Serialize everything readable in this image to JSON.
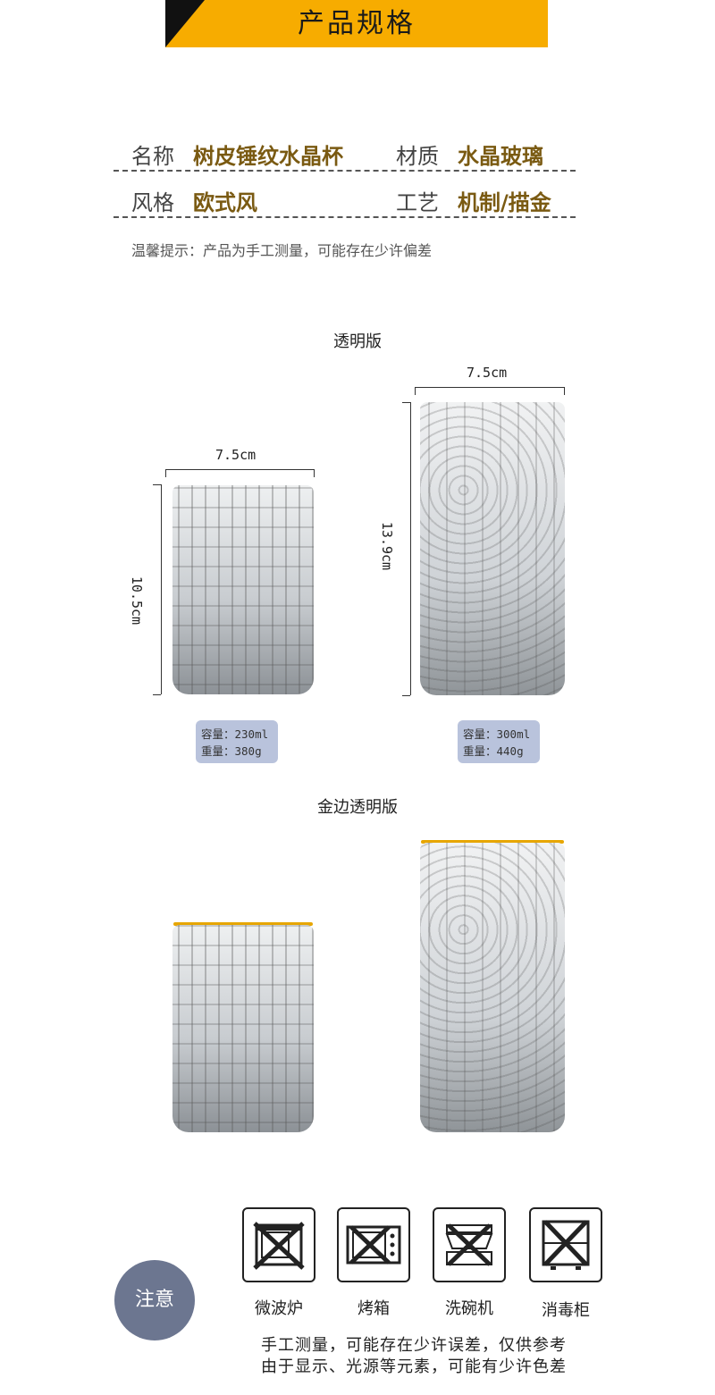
{
  "header": {
    "title": "产品规格"
  },
  "specs": {
    "rows": [
      {
        "label1": "名称",
        "value1": "树皮锤纹水晶杯",
        "label2": "材质",
        "value2": "水晶玻璃"
      },
      {
        "label1": "风格",
        "value1": "欧式风",
        "label2": "工艺",
        "value2": "机制/描金"
      }
    ],
    "tip": "温馨提示：产品为手工测量，可能存在少许偏差"
  },
  "clear_version": {
    "title": "透明版",
    "short": {
      "width": "7.5cm",
      "height": "10.5cm",
      "capacity": "容量：230ml",
      "weight": "重量：380g"
    },
    "tall": {
      "width": "7.5cm",
      "height": "13.9cm",
      "capacity": "容量：300ml",
      "weight": "重量：440g"
    }
  },
  "gold_version": {
    "title": "金边透明版"
  },
  "colors": {
    "banner": "#f7ac00",
    "gold_rim": "#e7a600",
    "value_text": "#7a5a12",
    "circle": "#6c7690",
    "info_box": "#b9c3dc"
  },
  "notice": {
    "badge": "注意",
    "items": [
      {
        "label": "微波炉",
        "icon": "microwave-prohibited-icon"
      },
      {
        "label": "烤箱",
        "icon": "oven-prohibited-icon"
      },
      {
        "label": "洗碗机",
        "icon": "dishwasher-prohibited-icon"
      },
      {
        "label": "消毒柜",
        "icon": "sterilizer-prohibited-icon"
      }
    ],
    "line1": "手工测量，可能存在少许误差，仅供参考",
    "line2": "由于显示、光源等元素，可能有少许色差"
  }
}
